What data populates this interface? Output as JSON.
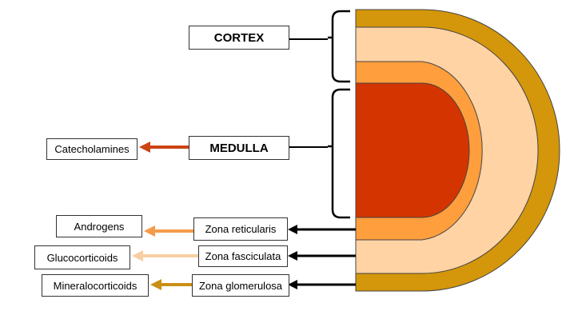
{
  "labels": {
    "cortex": "CORTEX",
    "medulla": "MEDULLA",
    "zona_reticularis": "Zona reticularis",
    "zona_fasciculata": "Zona fasciculata",
    "zona_glomerulosa": "Zona glomerulosa"
  },
  "products": {
    "medulla": "Catecholamines",
    "zona_reticularis": "Androgens",
    "zona_fasciculata": "Glucocorticoids",
    "zona_glomerulosa": "Mineralocorticoids"
  },
  "colors": {
    "capsule": "#D4960A",
    "zona_fasciculata": "#FFD3A3",
    "zona_reticularis": "#FF9E3D",
    "medulla": "#D43500",
    "arrow_catecholamines": "#CC4414",
    "arrow_androgens": "#F39B4A",
    "arrow_glucocorticoids": "#F8CFA3",
    "arrow_mineralocorticoids": "#C99015",
    "line": "#000000"
  }
}
